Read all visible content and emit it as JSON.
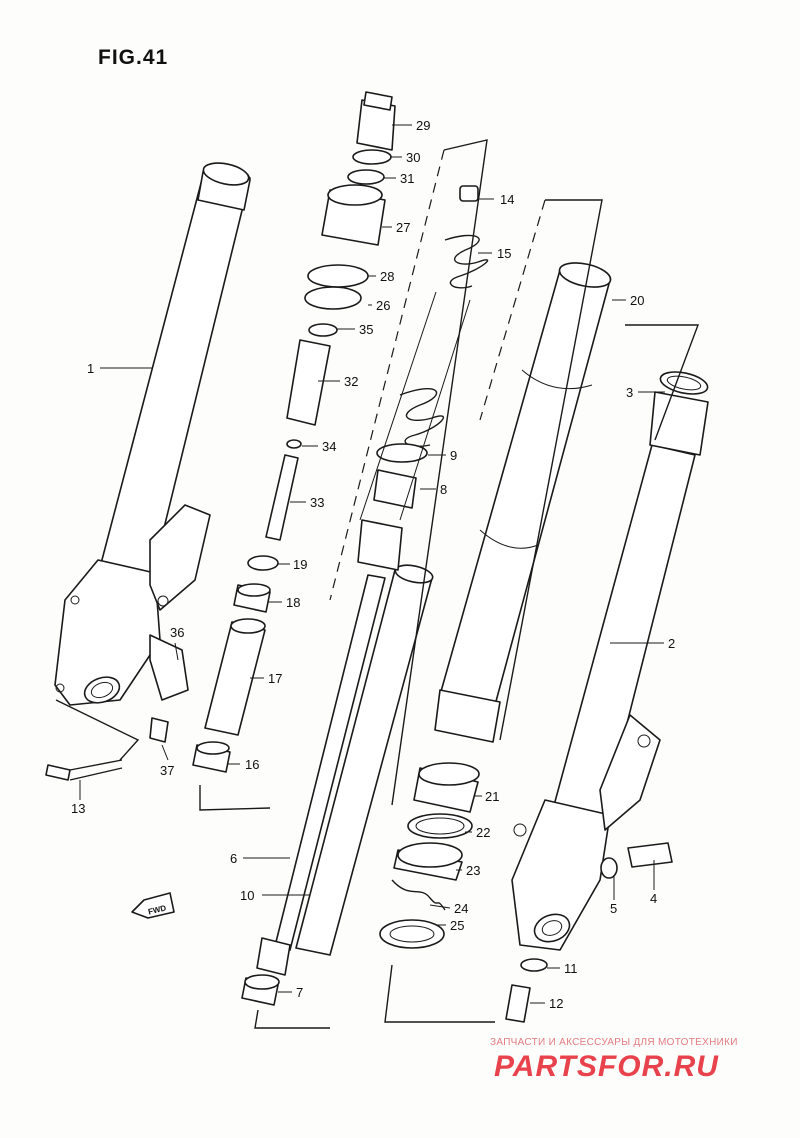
{
  "figure": {
    "title": "FIG.41"
  },
  "callouts": [
    {
      "id": "c1",
      "label": "1"
    },
    {
      "id": "c2",
      "label": "2"
    },
    {
      "id": "c3",
      "label": "3"
    },
    {
      "id": "c4",
      "label": "4"
    },
    {
      "id": "c5",
      "label": "5"
    },
    {
      "id": "c6",
      "label": "6"
    },
    {
      "id": "c7",
      "label": "7"
    },
    {
      "id": "c8",
      "label": "8"
    },
    {
      "id": "c9",
      "label": "9"
    },
    {
      "id": "c10",
      "label": "10"
    },
    {
      "id": "c11",
      "label": "11"
    },
    {
      "id": "c12",
      "label": "12"
    },
    {
      "id": "c13",
      "label": "13"
    },
    {
      "id": "c14",
      "label": "14"
    },
    {
      "id": "c15",
      "label": "15"
    },
    {
      "id": "c16",
      "label": "16"
    },
    {
      "id": "c17",
      "label": "17"
    },
    {
      "id": "c18",
      "label": "18"
    },
    {
      "id": "c19",
      "label": "19"
    },
    {
      "id": "c20",
      "label": "20"
    },
    {
      "id": "c21",
      "label": "21"
    },
    {
      "id": "c22",
      "label": "22"
    },
    {
      "id": "c23",
      "label": "23"
    },
    {
      "id": "c24",
      "label": "24"
    },
    {
      "id": "c25",
      "label": "25"
    },
    {
      "id": "c26",
      "label": "26"
    },
    {
      "id": "c27",
      "label": "27"
    },
    {
      "id": "c28",
      "label": "28"
    },
    {
      "id": "c29",
      "label": "29"
    },
    {
      "id": "c30",
      "label": "30"
    },
    {
      "id": "c31",
      "label": "31"
    },
    {
      "id": "c32",
      "label": "32"
    },
    {
      "id": "c33",
      "label": "33"
    },
    {
      "id": "c34",
      "label": "34"
    },
    {
      "id": "c35",
      "label": "35"
    },
    {
      "id": "c36",
      "label": "36"
    },
    {
      "id": "c37",
      "label": "37"
    }
  ],
  "fwd_arrow": {
    "label": "FWD"
  },
  "watermark": {
    "tagline": "ЗАПЧАСТИ И АКСЕССУАРЫ ДЛЯ МОТОТЕХНИКИ",
    "logo": "PARTSFOR.RU",
    "color": "#e8424d"
  },
  "colors": {
    "ink": "#1a1a1a",
    "paper": "#fdfdfb"
  }
}
